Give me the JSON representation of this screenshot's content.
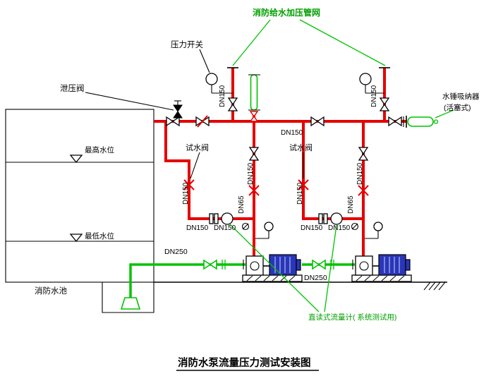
{
  "title": "消防水泵流量压力测试安装图",
  "labels": {
    "supply_network": "消防给水加压管网",
    "pressure_switch": "压力开关",
    "relief_valve": "泄压阀",
    "high_water_level": "最高水位",
    "low_water_level": "最低水位",
    "fire_water_tank": "消防水池",
    "test_valve": "试水阀",
    "water_hammer_absorber": "水锤吸纳器",
    "water_hammer_type": "(活塞式)",
    "flow_meter": "直读式流量计( 系统测试用)",
    "dn150": "DN150",
    "dn65": "DN65",
    "dn250": "DN250"
  },
  "colors": {
    "pipe_red": "#e60000",
    "pipe_green": "#00c300",
    "label_green": "#00a000",
    "motor_blue": "#2a36b8"
  }
}
